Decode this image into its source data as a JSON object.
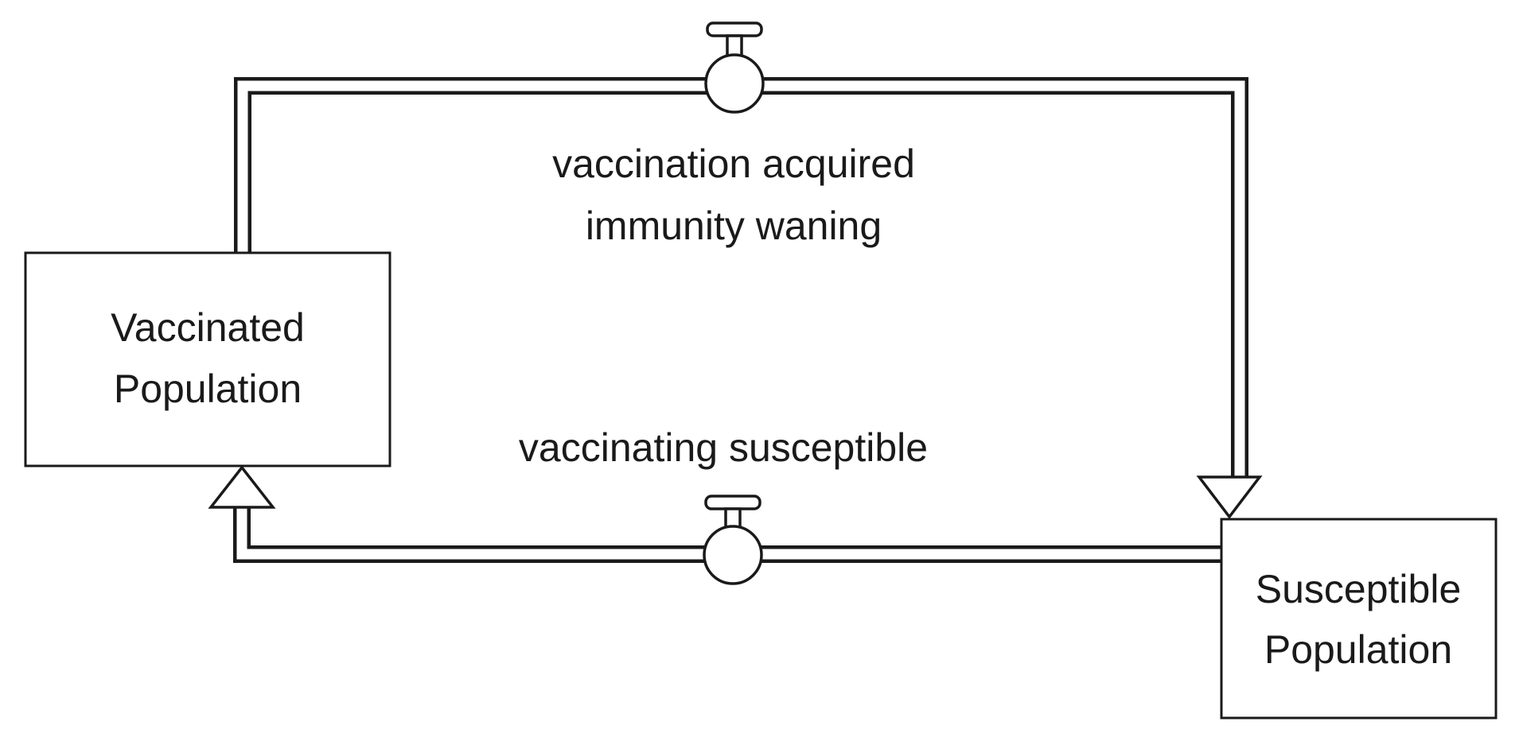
{
  "stocks": {
    "vaccinated": {
      "line1": "Vaccinated",
      "line2": "Population"
    },
    "susceptible": {
      "line1": "Susceptible",
      "line2": "Population"
    }
  },
  "flows": {
    "waning": {
      "line1": "vaccination acquired",
      "line2": "immunity waning",
      "from": "Vaccinated Population",
      "to": "Susceptible Population"
    },
    "vaccinating": {
      "line1": "vaccinating susceptible",
      "from": "Susceptible Population",
      "to": "Vaccinated Population"
    }
  },
  "icons": [
    "valve-icon",
    "arrowhead-icon"
  ]
}
